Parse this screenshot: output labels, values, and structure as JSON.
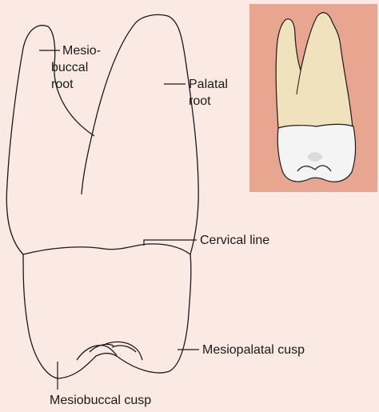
{
  "labels": {
    "mesiobuccal_root": [
      "Mesio-",
      "buccal",
      "root"
    ],
    "palatal_root": [
      "Palatal",
      "root"
    ],
    "cervical_line": "Cervical line",
    "mesiopalatal_cusp": "Mesiopalatal cusp",
    "mesiobuccal_cusp": "Mesiobuccal cusp"
  },
  "colors": {
    "background": "#fbe9e3",
    "inset_background": "#e8a690",
    "root_fill": "#efe2bd",
    "crown_fill": "#f4f4f4",
    "outline": "#1a1a1a"
  }
}
